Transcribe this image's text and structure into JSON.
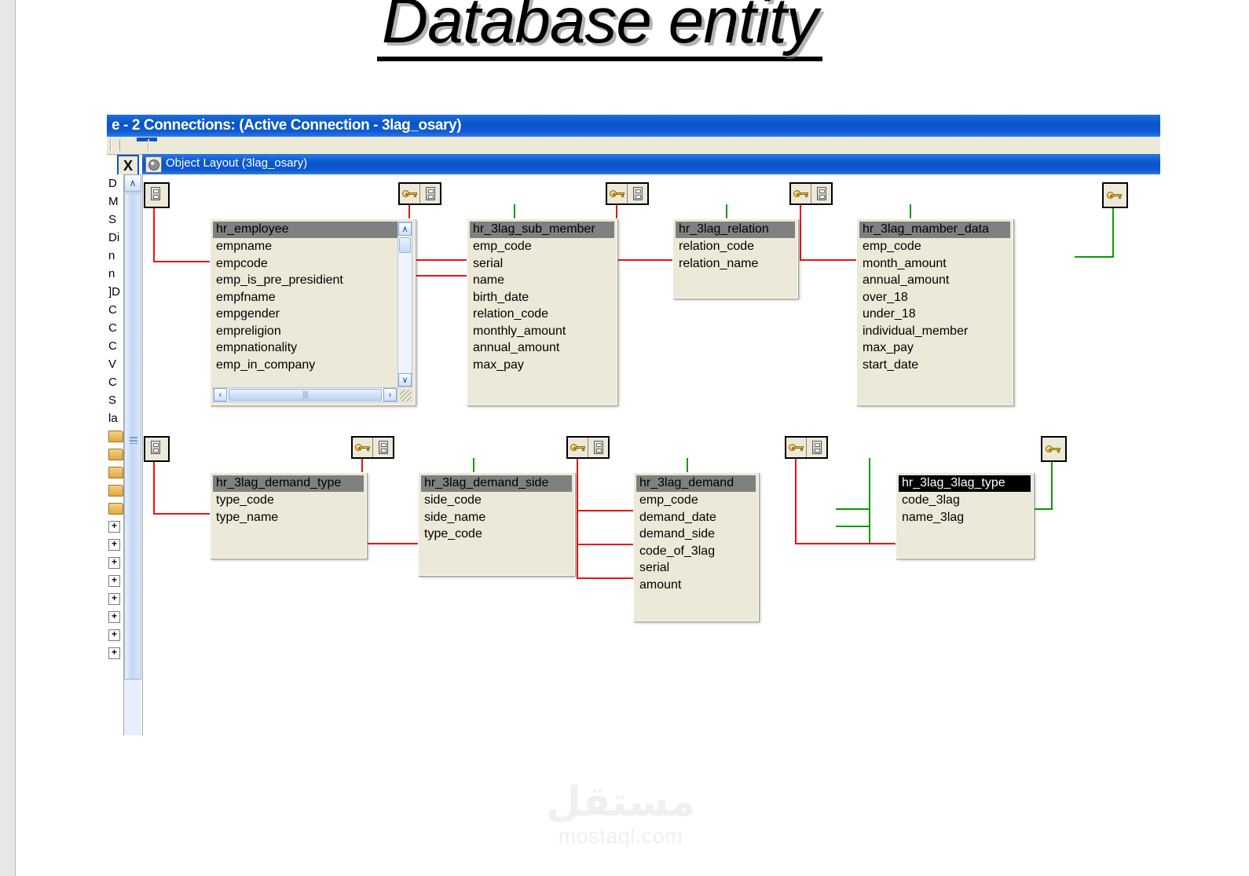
{
  "slide": {
    "title": "Database entity"
  },
  "window": {
    "titlebar": "e - 2 Connections: (Active Connection - 3lag_osary)",
    "mdi_title": "Object Layout (3lag_osary)",
    "close_label": "X",
    "icons": {
      "mdi": "object-layout-icon",
      "close": "close-icon"
    }
  },
  "tree": {
    "rows": [
      "D",
      "M",
      "S",
      "Di",
      "n",
      "n",
      "]D",
      "C",
      "C",
      "C",
      "V",
      "C",
      "S",
      "la"
    ],
    "scrollbar": {
      "up_arrow": "∧"
    }
  },
  "scrollbars": {
    "up_arrow": "∧",
    "down_arrow": "∨",
    "left_arrow": "‹",
    "right_arrow": "›",
    "grip": "||||"
  },
  "colors": {
    "line_primary_key": "#0a9a0a",
    "line_foreign_key": "#ee1111",
    "entity_face": "#ece9d8",
    "entity_header": "#808080",
    "entity_header_selected": "#000000",
    "titlebar_blue": "#0a53c8",
    "key_icon_gold": "#d9a318"
  },
  "entities": [
    {
      "id": "employee",
      "name": "hr_employee",
      "selected": false,
      "scrollable": true,
      "fields": [
        "empname",
        "empcode",
        "emp_is_pre_presidient",
        "empfname",
        "empgender",
        "empreligion",
        "empnationality",
        "emp_in_company"
      ]
    },
    {
      "id": "sub-member",
      "name": "hr_3lag_sub_member",
      "selected": false,
      "scrollable": false,
      "fields": [
        "emp_code",
        "serial",
        "name",
        "birth_date",
        "relation_code",
        "monthly_amount",
        "annual_amount",
        "max_pay"
      ]
    },
    {
      "id": "relation",
      "name": "hr_3lag_relation",
      "selected": false,
      "scrollable": false,
      "fields": [
        "relation_code",
        "relation_name"
      ]
    },
    {
      "id": "mamber-data",
      "name": "hr_3lag_mamber_data",
      "selected": false,
      "scrollable": false,
      "fields": [
        "emp_code",
        "month_amount",
        "annual_amount",
        "over_18",
        "under_18",
        "individual_member",
        "max_pay",
        "start_date"
      ]
    },
    {
      "id": "demand-type",
      "name": "hr_3lag_demand_type",
      "selected": false,
      "scrollable": false,
      "fields": [
        "type_code",
        "type_name"
      ]
    },
    {
      "id": "demand-side",
      "name": "hr_3lag_demand_side",
      "selected": false,
      "scrollable": false,
      "fields": [
        "side_code",
        "side_name",
        "type_code"
      ]
    },
    {
      "id": "demand",
      "name": "hr_3lag_demand",
      "selected": false,
      "scrollable": false,
      "fields": [
        "emp_code",
        "demand_date",
        "demand_side",
        "code_of_3lag",
        "serial",
        "amount"
      ]
    },
    {
      "id": "3lag-type",
      "name": "hr_3lag_3lag_type",
      "selected": true,
      "scrollable": false,
      "fields": [
        "code_3lag",
        "name_3lag"
      ]
    }
  ],
  "watermark": {
    "arabic": "مستقل",
    "latin": "mostaql.com"
  }
}
